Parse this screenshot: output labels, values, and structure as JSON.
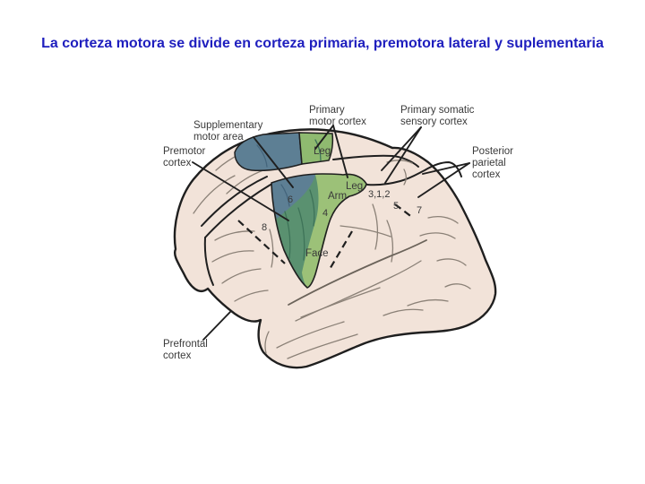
{
  "slide": {
    "title": "La corteza motora se divide en corteza primaria, premotora lateral y suplementaria"
  },
  "colors": {
    "title": "#1e1ebe",
    "label": "#3a3a3a",
    "region_label": "#3c4536",
    "brain_fill": "#f2e3d9",
    "outline": "#1f1f1f",
    "sulcus": "#8b8177",
    "fissure": "#6b635a",
    "sma_blue": "#5d7f94",
    "overlap_green": "#5a9170",
    "motor_green_light": "#9cc178",
    "motor_green_medial": "#8fba70",
    "blue_sulcus": "#44657c",
    "green_sulcus": "#3e7358",
    "background": "#ffffff"
  },
  "annotations": {
    "supplementary": {
      "line1": "Supplementary",
      "line2": "motor area"
    },
    "premotor": {
      "line1": "Premotor",
      "line2": "cortex"
    },
    "primary_motor": {
      "line1": "Primary",
      "line2": "motor cortex"
    },
    "somatic": {
      "line1": "Primary somatic",
      "line2": "sensory cortex"
    },
    "posterior": {
      "line1": "Posterior",
      "line2": "parietal",
      "line3": "cortex"
    },
    "prefrontal": {
      "line1": "Prefrontal",
      "line2": "cortex"
    }
  },
  "regions": {
    "leg_medial": "Leg",
    "leg_lateral": "Leg",
    "arm": "Arm",
    "face": "Face",
    "area6": "6",
    "area8": "8",
    "area4": "4",
    "area312": "3,1,2",
    "area5": "5",
    "area7": "7"
  }
}
